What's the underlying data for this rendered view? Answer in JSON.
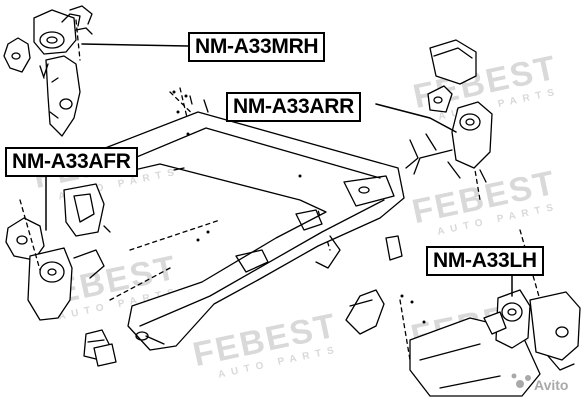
{
  "watermark": {
    "brand": "FEBEST",
    "tagline": "AUTO PARTS",
    "color": "#d9d9d9"
  },
  "avito_logo": {
    "text": "Avito",
    "color": "#a9a9a9"
  },
  "callouts": {
    "mrh": "NM-A33MRH",
    "arr": "NM-A33ARR",
    "afr": "NM-A33AFR",
    "lh": "NM-A33LH"
  },
  "colors": {
    "line": "#000000",
    "callout_border": "#000000",
    "background": "#ffffff"
  }
}
